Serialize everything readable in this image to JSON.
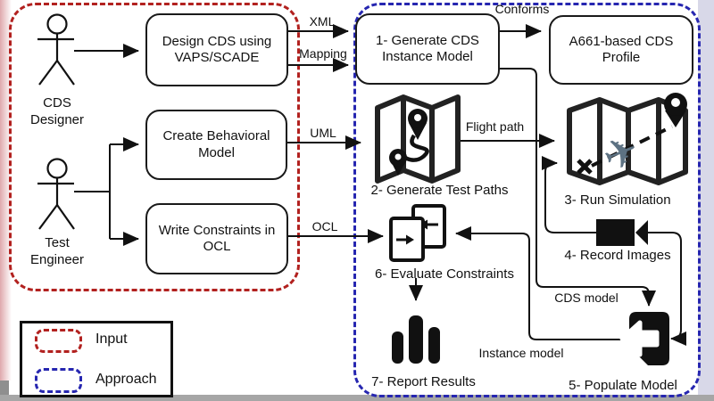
{
  "colors": {
    "input_border": "#b2211f",
    "approach_border": "#2626b0",
    "line": "#111111",
    "plane": "#5d7283"
  },
  "actors": {
    "designer": "CDS Designer",
    "engineer": "Test Engineer"
  },
  "input_section": {
    "design_box": "Design CDS using VAPS/SCADE",
    "behavioral_box": "Create Behavioral Model",
    "constraints_box": "Write Constraints in OCL"
  },
  "approach_section": {
    "generate_instance_box": "1- Generate CDS Instance Model",
    "profile_box": "A661-based CDS Profile",
    "step2": "2- Generate Test Paths",
    "step3": "3- Run Simulation",
    "step4": "4- Record Images",
    "step5": "5- Populate Model",
    "step6": "6- Evaluate Constraints",
    "step7": "7- Report Results"
  },
  "edge_labels": {
    "xml": "XML",
    "mapping": "Mapping",
    "conforms": "Conforms",
    "uml": "UML",
    "flight_path": "Flight path",
    "ocl": "OCL",
    "cds_model": "CDS model",
    "instance_model": "Instance model"
  },
  "legend": {
    "input": "Input",
    "approach": "Approach"
  }
}
